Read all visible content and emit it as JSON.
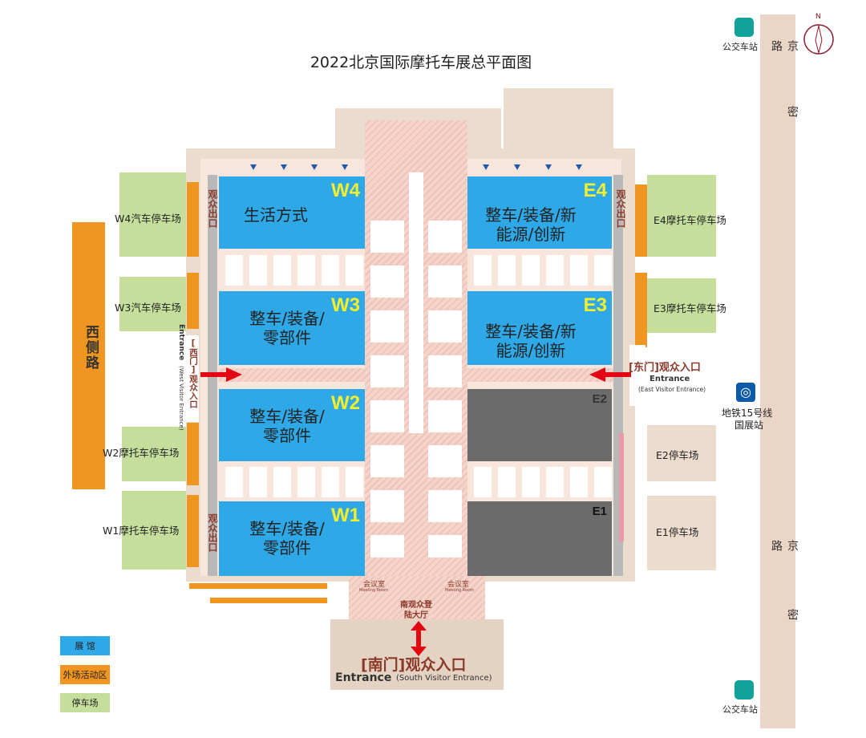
{
  "title": "2022北京国际摩托车展总平面图",
  "roads": {
    "east": "京密路",
    "west": "西侧路"
  },
  "bus_stop": "公交车站",
  "subway": {
    "line1": "地铁15号线",
    "line2": "国展站"
  },
  "halls": [
    {
      "id": "W4",
      "label": "生活方式"
    },
    {
      "id": "W3",
      "label": "整车/装备/零部件"
    },
    {
      "id": "W2",
      "label": "整车/装备/零部件"
    },
    {
      "id": "W1",
      "label": "整车/装备/零部件"
    },
    {
      "id": "E4",
      "label": "整车/装备/新能源/创新"
    },
    {
      "id": "E3",
      "label": "整车/装备/新能源/创新"
    },
    {
      "id": "E2",
      "label": ""
    },
    {
      "id": "E1",
      "label": ""
    }
  ],
  "parking": {
    "w4": "W4汽车停车场",
    "w3": "W3汽车停车场",
    "w2": "W2摩托车停车场",
    "w1": "W1摩托车停车场",
    "e4": "E4摩托车停车场",
    "e3": "E3摩托车停车场",
    "e2": "E2停车场",
    "e1": "E1停车场"
  },
  "exits": {
    "label": "观众出口"
  },
  "entrances": {
    "west": {
      "cn": "[西门]观众入口",
      "en": "Entrance",
      "en_sub": "(West Visitor Entrance)"
    },
    "east": {
      "cn": "[东门]观众入口",
      "en": "Entrance",
      "en_sub": "(East Visitor Entrance)"
    },
    "south": {
      "cn": "[南门]观众入口",
      "en": "Entrance",
      "en_sub": "(South Visitor Entrance)"
    }
  },
  "south_hall": {
    "cn": "南观众登陆大厅",
    "meeting_cn": "会议室",
    "meeting_en": "Meeting Room"
  },
  "compass": "N",
  "legend": [
    {
      "label": "展 馆",
      "color": "#2ea8e6"
    },
    {
      "label": "外场活动区",
      "color": "#f0951f"
    },
    {
      "label": "停车场",
      "color": "#c5de9c"
    }
  ]
}
